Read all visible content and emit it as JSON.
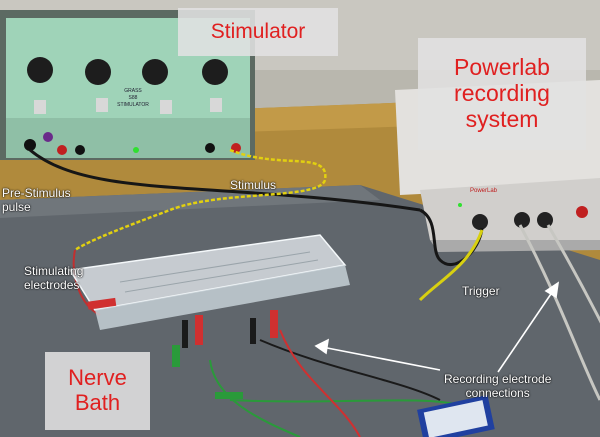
{
  "callouts": {
    "stimulator": "Stimulator",
    "powerlab": "Powerlab\nrecording\nsystem",
    "nerve_bath": "Nerve\nBath"
  },
  "annotations": {
    "stimulus": "Stimulus",
    "pre_stimulus": "Pre-Stimulus\npulse",
    "stimulating_electrodes": "Stimulating\nelectrodes",
    "trigger": "Trigger",
    "recording_connections": "Recording electrode\nconnections"
  },
  "device_text": {
    "stimulator_brand": "GRASS",
    "stimulator_model": "S88",
    "stimulator_word": "STIMULATOR",
    "powerlab_brand": "PowerLab"
  },
  "colors": {
    "callout_text": "#e02020",
    "annotation_text": "#ffffff",
    "stimulator_panel": "#9fd3b8",
    "bench": "#b08a3c",
    "mat": "#60666c"
  }
}
